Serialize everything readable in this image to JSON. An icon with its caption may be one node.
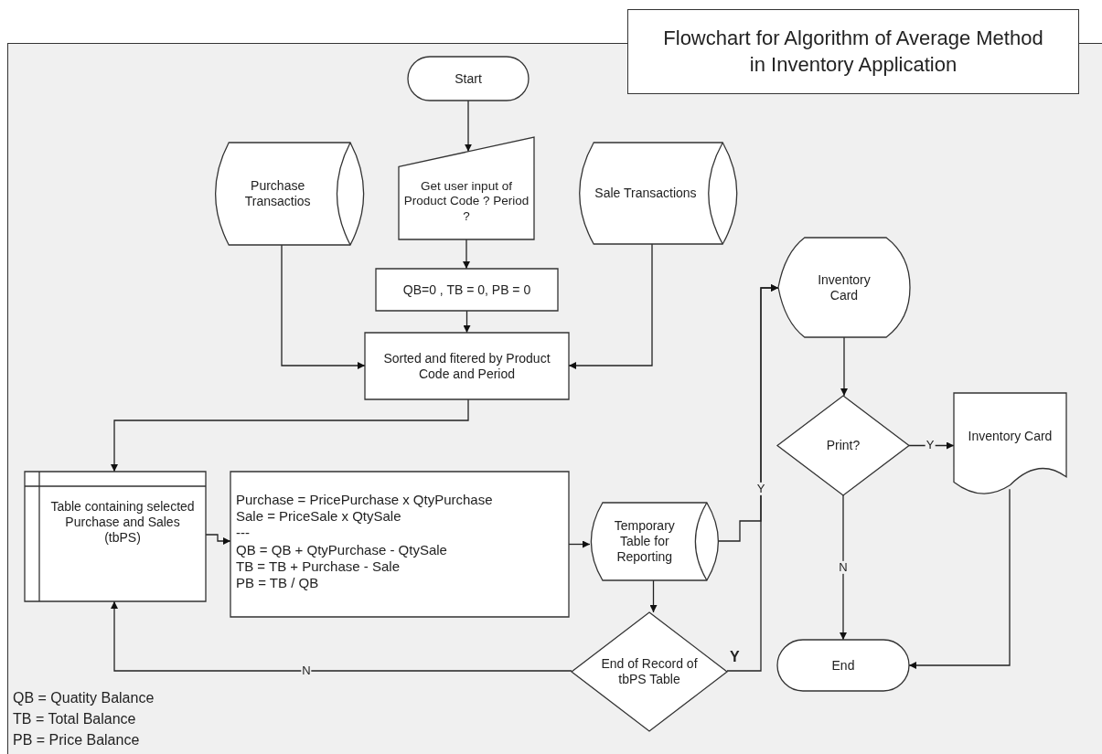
{
  "diagram": {
    "title": "Flowchart for Algorithm of Average Method in Inventory Application",
    "nodes": [
      {
        "text": [
          "Start"
        ]
      },
      {
        "text": [
          "Get user input of Product Code ? Period ?"
        ]
      },
      {
        "text": [
          "Purchase Transactios"
        ]
      },
      {
        "text": [
          "Sale Transactions"
        ]
      },
      {
        "text": [
          "QB=0 , TB = 0, PB = 0"
        ]
      },
      {
        "text": [
          "Sorted and fitered by Product Code and Period"
        ]
      },
      {
        "text": [
          "Inventory Card"
        ]
      },
      {
        "text": [
          "Print?"
        ]
      },
      {
        "text": [
          "Inventory Card"
        ]
      },
      {
        "text": [
          "Table containing selected Purchase and Sales (tbPS)"
        ]
      },
      {
        "text": [
          "Purchase = PricePurchase x QtyPurchase",
          "Sale = PriceSale x QtySale",
          "---",
          "QB = QB + QtyPurchase - QtySale",
          "TB = TB + Purchase - Sale",
          "PB = TB / QB"
        ]
      },
      {
        "text": [
          "Temporary Table for Reporting"
        ]
      },
      {
        "text": [
          "End of Record of tbPS Table"
        ]
      },
      {
        "text": [
          "End"
        ]
      }
    ],
    "edges": [
      {
        "from": 0,
        "to": 1,
        "arrow": "to"
      },
      {
        "from": 1,
        "to": 4,
        "arrow": "to"
      },
      {
        "from": 4,
        "to": 5,
        "arrow": "to"
      },
      {
        "from": 2,
        "to": 5,
        "arrow": "to"
      },
      {
        "from": 3,
        "to": 5,
        "arrow": "to"
      },
      {
        "from": 5,
        "to": 9,
        "arrow": "to"
      },
      {
        "from": 9,
        "to": 10,
        "arrow": "to"
      },
      {
        "from": 10,
        "to": 11,
        "arrow": "to"
      },
      {
        "from": 11,
        "to": 12,
        "arrow": "to"
      },
      {
        "from": 12,
        "to": 6,
        "arrow": "to",
        "label": "Y"
      },
      {
        "from": 11,
        "to": 6,
        "arrow": "to"
      },
      {
        "from": 12,
        "to": 9,
        "arrow": "to",
        "label": "N"
      },
      {
        "from": 6,
        "to": 7,
        "arrow": "to"
      },
      {
        "from": 7,
        "to": 8,
        "arrow": "to",
        "label": "Y"
      },
      {
        "from": 7,
        "to": 13,
        "arrow": "to",
        "label": "N"
      },
      {
        "from": 8,
        "to": 13,
        "arrow": "to"
      }
    ],
    "labels": [
      "Y",
      "QB = Quatity Balance",
      "TB = Total Balance",
      "PB = Price Balance"
    ]
  }
}
